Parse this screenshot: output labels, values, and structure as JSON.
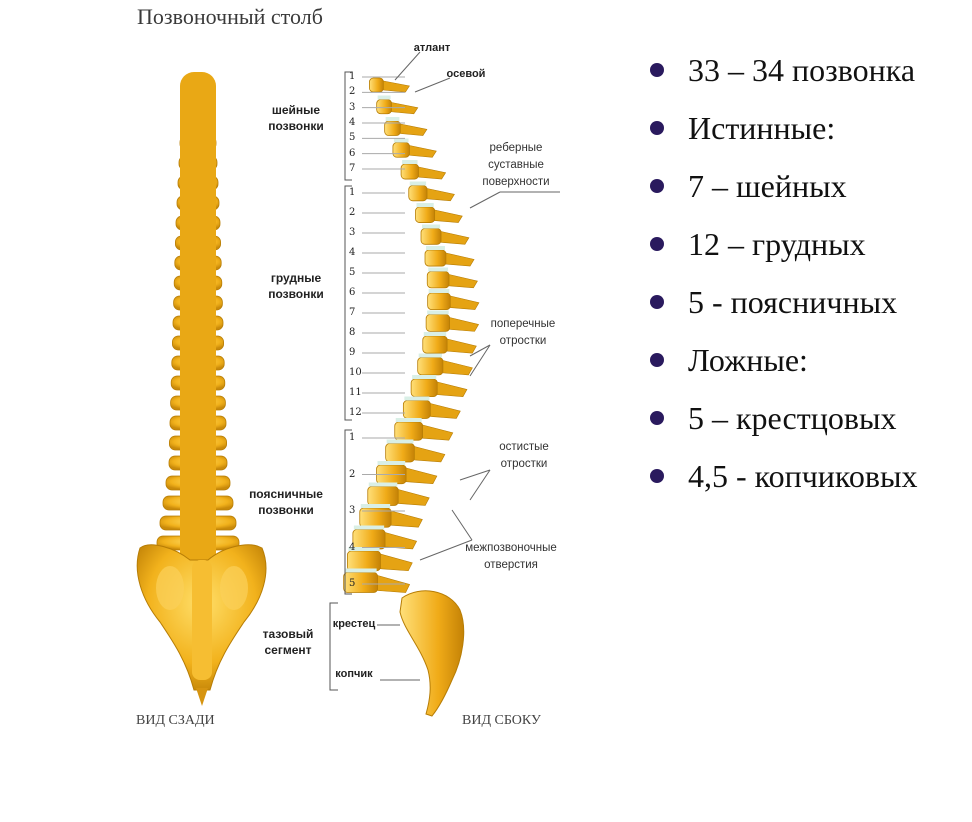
{
  "title": "Позвоночный столб",
  "labels": {
    "cervical": "шейные позвонки",
    "thoracic": "грудные позвонки",
    "lumbar": "поясничные позвонки",
    "pelvic": "тазовый сегмент",
    "atlas": "атлант",
    "axis": "осевой",
    "costal": "реберные суставные поверхности",
    "transverse": "поперечные отростки",
    "spinous": "остистые отростки",
    "intervertebral": "межпозвоночные отверстия",
    "sacrum": "крестец",
    "coccyx": "копчик"
  },
  "views": {
    "back": "ВИД СЗАДИ",
    "side": "ВИД СБОКУ"
  },
  "numbers": {
    "cervical": [
      "1",
      "2",
      "3",
      "4",
      "5",
      "6",
      "7"
    ],
    "thoracic": [
      "1",
      "2",
      "3",
      "4",
      "5",
      "6",
      "7",
      "8",
      "9",
      "10",
      "11",
      "12"
    ],
    "lumbar": [
      "1",
      "2",
      "3",
      "4",
      "5"
    ]
  },
  "bullets": [
    "33 – 34 позвонка",
    "Истинные:",
    "7 – шейных",
    "12 – грудных",
    "5 - поясничных",
    "Ложные:",
    "5 – крестцовых",
    "4,5 - копчиковых"
  ],
  "colors": {
    "bone": "#f2b21c",
    "bone_light": "#ffd45a",
    "bone_dark": "#c98a0a",
    "disc": "#d9efe6",
    "bullet_dot": "#2a1a5e"
  }
}
